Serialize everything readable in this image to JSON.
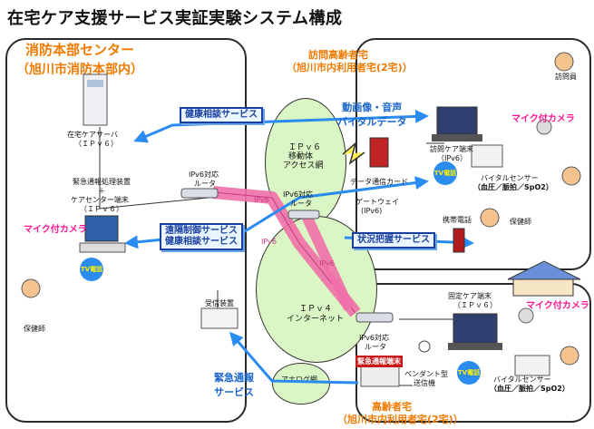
{
  "title": "在宅ケア支援サービス実証実験システム構成",
  "fire_hq": {
    "name": "消防本部センター",
    "sub": "（旭川市消防本部内）"
  },
  "visit_home": {
    "name": "訪問高齢者宅",
    "sub": "（旭川市内利用者宅(2宅)）"
  },
  "elder_home": {
    "name": "高齢者宅",
    "sub": "（旭川市内利用者宅(2宅)）"
  },
  "services": {
    "health_consult_top": "健康相談サービス",
    "remote_control_line1": "遠隔制御サービス",
    "remote_control_line2": "健康相談サービス",
    "status": "状況把握サービス",
    "emergency_line1": "緊急通報",
    "emergency_line2": "サービス",
    "video_line1": "動画像・音声",
    "video_line2": "バイタルデータ"
  },
  "networks": {
    "ipv6_mobile_1": "ＩＰｖ６",
    "ipv6_mobile_2": "移動体",
    "ipv6_mobile_3": "アクセス網",
    "ipv4_1": "ＩＰｖ４",
    "ipv4_2": "インターネット",
    "analog": "アナログ網",
    "tunnel_label": "IPv6"
  },
  "devices": {
    "home_server_1": "在宅ケアサーバ",
    "home_server_2": "（ＩＰｖ６）",
    "router_left_1": "IPv6対応",
    "router_left_2": "ルータ",
    "router_mid_1": "IPv6対応",
    "router_mid_2": "ルータ",
    "router_low_1": "IPv6対応",
    "router_low_2": "ルータ",
    "gateway_1": "ゲートウェイ",
    "gateway_2": "(IPv6)",
    "emergency_terminal_1": "緊急通報処理装置",
    "emergency_terminal_2": "＋",
    "emergency_terminal_3": "ケアセンター端末",
    "emergency_terminal_4": "（ＩＰｖ６）",
    "receiver": "受信装置",
    "data_card": "データ通信カード",
    "visit_terminal_1": "訪問ケア端末",
    "visit_terminal_2": "（IPv6）",
    "fixed_terminal_1": "固定ケア端末",
    "fixed_terminal_2": "（ＩＰｖ６）",
    "mobile_phone": "携帯電話",
    "pendant_1": "ペンダント型",
    "pendant_2": "送信機",
    "emergency_device": "緊急通報端末",
    "vital_1": "バイタルセンサー",
    "vital_2": "（血圧／脈拍／SpO2）"
  },
  "people": {
    "nurse": "保健師",
    "visitor": "訪問員"
  },
  "badges": {
    "mic_camera": "マイク付カメラ",
    "tv_phone": "TV電話"
  },
  "colors": {
    "accent_orange": "#f07a00",
    "service_blue": "#1a3fa0",
    "arrow_blue": "#2a8cf0",
    "pink": "#ff1493",
    "tunnel_pink": "#f070a8",
    "network_green": "#d9f6c4"
  }
}
